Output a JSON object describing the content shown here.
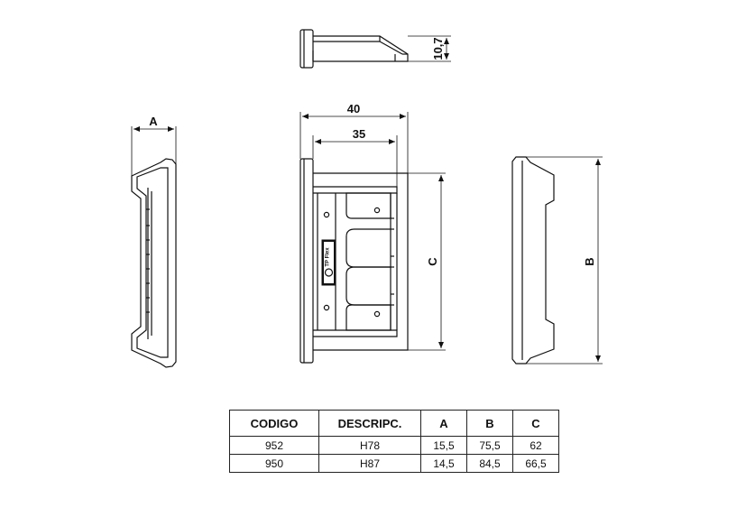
{
  "dimensions": {
    "height": "10,7",
    "width_total": "40",
    "width_inner": "35",
    "a": "A",
    "b": "B",
    "c": "C"
  },
  "logo_text": "TP Flex",
  "table": {
    "headers": [
      "CODIGO",
      "DESCRIPC.",
      "A",
      "B",
      "C"
    ],
    "rows": [
      [
        "952",
        "H78",
        "15,5",
        "75,5",
        "62"
      ],
      [
        "950",
        "H87",
        "14,5",
        "84,5",
        "66,5"
      ]
    ]
  }
}
